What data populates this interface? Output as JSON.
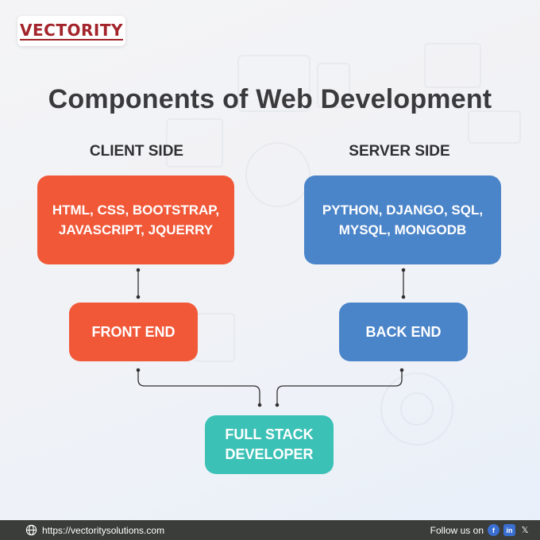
{
  "brand": {
    "logo_text": "VECTORITY",
    "color": "#a3242b"
  },
  "title": "Components of Web Development",
  "client": {
    "heading": "CLIENT SIDE",
    "tech_line1": "HTML, CSS, BOOTSTRAP,",
    "tech_line2": "JAVASCRIPT, JQUERRY",
    "end_label": "FRONT END",
    "color": "#f05838"
  },
  "server": {
    "heading": "SERVER SIDE",
    "tech_line1": "PYTHON, DJANGO, SQL,",
    "tech_line2": "MYSQL, MONGODB",
    "end_label": "BACK END",
    "color": "#4a84c9"
  },
  "result": {
    "line1": "FULL STACK",
    "line2": "DEVELOPER",
    "color": "#3cc1b6"
  },
  "footer": {
    "website": "https://vectoritysolutions.com",
    "follow_label": "Follow us on",
    "socials": [
      {
        "icon": "facebook-icon",
        "glyph": "f"
      },
      {
        "icon": "linkedin-icon",
        "glyph": "in"
      },
      {
        "icon": "x-icon",
        "glyph": "𝕏"
      }
    ]
  }
}
